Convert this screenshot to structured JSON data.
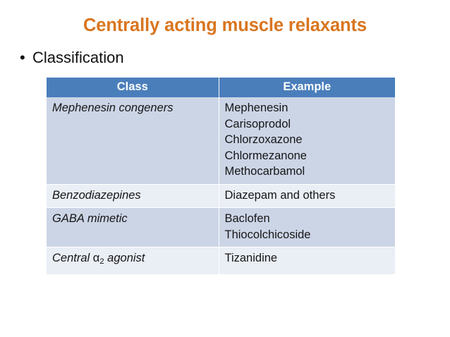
{
  "slide": {
    "title": "Centrally acting muscle relaxants",
    "title_color": "#d9751f",
    "bullet_marker": "•",
    "bullet_text": "Classification",
    "background_color": "#ffffff"
  },
  "table": {
    "header_bg": "#4a7ebb",
    "header_text_color": "#ffffff",
    "row_shade_dark": "#ccd5e6",
    "row_shade_light": "#eaeef5",
    "columns": [
      "Class",
      "Example"
    ],
    "rows": [
      {
        "class": "Mephenesin congeners",
        "examples": [
          "Mephenesin",
          "Carisoprodol",
          "Chlorzoxazone",
          "Chlormezanone",
          "Methocarbamol"
        ]
      },
      {
        "class": "Benzodiazepines",
        "examples": [
          "Diazepam and others"
        ]
      },
      {
        "class": "GABA mimetic",
        "examples": [
          "Baclofen",
          "Thiocolchicoside"
        ]
      },
      {
        "class_prefix": "Central ",
        "class_alpha": "α",
        "class_sub": "2",
        "class_suffix": " agonist",
        "examples": [
          "Tizanidine"
        ]
      }
    ]
  }
}
